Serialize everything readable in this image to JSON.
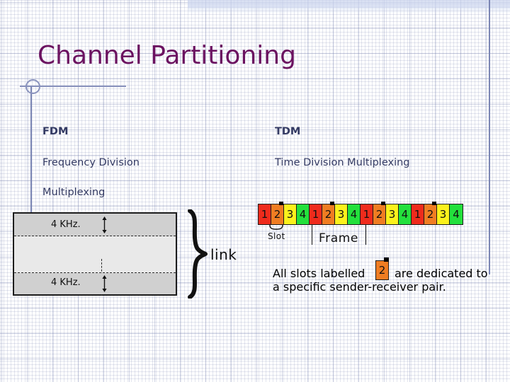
{
  "slide": {
    "title": "Channel Partitioning",
    "title_color": "#6b1260",
    "background_color": "#ffffff",
    "accent_rule_color": "#7b86b4",
    "banner_color": "#ccd6ee"
  },
  "columns": {
    "fdm": {
      "heading": "FDM",
      "line1": "Frequency Division",
      "line2": "Multiplexing"
    },
    "tdm": {
      "heading": "TDM",
      "line1": "Time Division Multiplexing"
    }
  },
  "fdm_figure": {
    "band_top_label": "4 KHz.",
    "band_bottom_label": "4 KHz.",
    "band_color": "#d0d0d0",
    "middle_band_color": "#e9e9e9",
    "border_color": "#1d1d1d",
    "brace_label": "link"
  },
  "tdm_figure": {
    "slot_label": "Slot",
    "frame_label": "Frame",
    "frames": 4,
    "slots_per_frame": 4,
    "slot_numbers": [
      "1",
      "2",
      "3",
      "4"
    ],
    "slot_colors": [
      "#ef2b1c",
      "#f07d22",
      "#fbf11c",
      "#23e03c"
    ],
    "marked_slot_number": "2",
    "marked_slot_color": "#f07d22",
    "slots": [
      {
        "label": "1",
        "color": "#ef2b1c",
        "marked": false
      },
      {
        "label": "2",
        "color": "#f07d22",
        "marked": true
      },
      {
        "label": "3",
        "color": "#fbf11c",
        "marked": false
      },
      {
        "label": "4",
        "color": "#23e03c",
        "marked": false
      },
      {
        "label": "1",
        "color": "#ef2b1c",
        "marked": false
      },
      {
        "label": "2",
        "color": "#f07d22",
        "marked": true
      },
      {
        "label": "3",
        "color": "#fbf11c",
        "marked": false
      },
      {
        "label": "4",
        "color": "#23e03c",
        "marked": false
      },
      {
        "label": "1",
        "color": "#ef2b1c",
        "marked": false
      },
      {
        "label": "2",
        "color": "#f07d22",
        "marked": true
      },
      {
        "label": "3",
        "color": "#fbf11c",
        "marked": false
      },
      {
        "label": "4",
        "color": "#23e03c",
        "marked": false
      },
      {
        "label": "1",
        "color": "#ef2b1c",
        "marked": false
      },
      {
        "label": "2",
        "color": "#f07d22",
        "marked": true
      },
      {
        "label": "3",
        "color": "#fbf11c",
        "marked": false
      },
      {
        "label": "4",
        "color": "#23e03c",
        "marked": false
      }
    ],
    "caption_part1": "All slots labelled",
    "caption_inline_slot": "2",
    "caption_part2": "are dedicated to",
    "caption_part3": "a specific sender-receiver pair."
  }
}
